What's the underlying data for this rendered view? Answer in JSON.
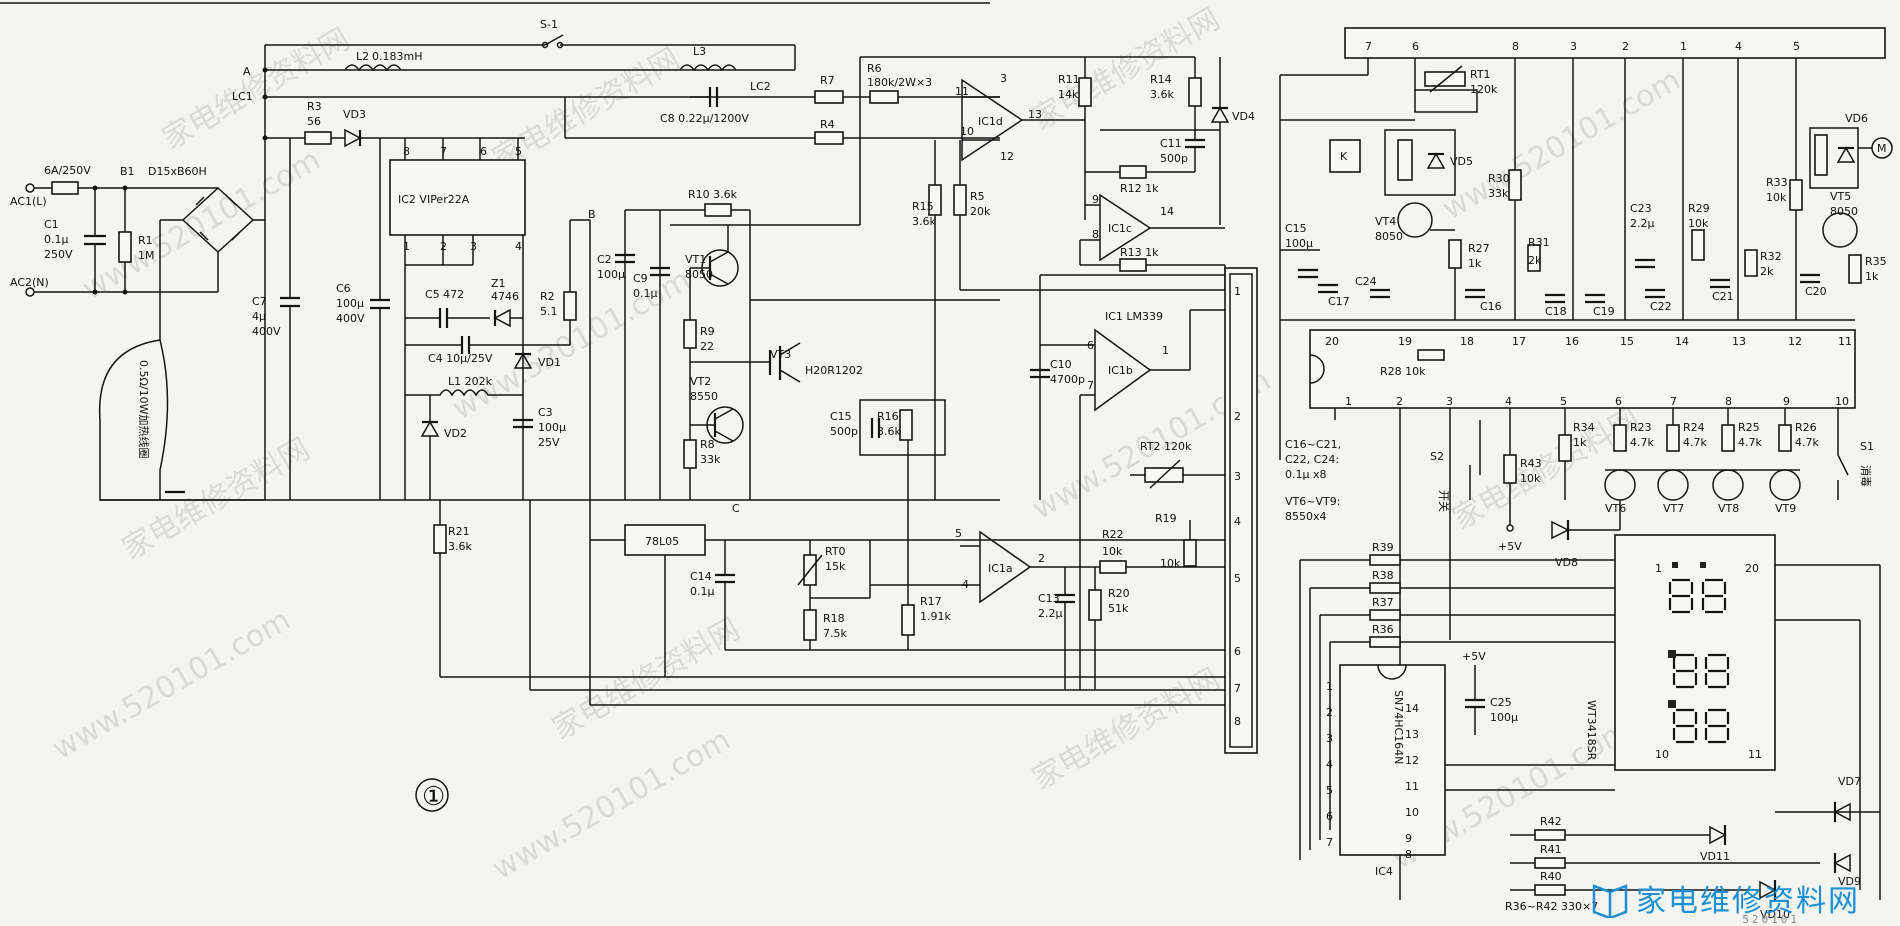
{
  "figure_number": "①",
  "nodes": {
    "A": "A",
    "LC1": "LC1",
    "LC2": "LC2",
    "B": "B",
    "C": "C",
    "B1": "B1",
    "S1_top": "S-1"
  },
  "terminals": {
    "ac1": "AC1(L)",
    "ac2": "AC2(N)"
  },
  "input": {
    "fuse": "6A/250V",
    "c1": "C1",
    "c1_val": "0.1μ",
    "c1_v": "250V",
    "r1": "R1",
    "r1_val": "1M",
    "bridge": "D15xB60H",
    "coil": "0.5Ω/10W加热线圈"
  },
  "power": {
    "l2": "L2",
    "l2_val": "0.183mH",
    "r3": "R3",
    "r3_val": "56",
    "vd3": "VD3",
    "c7": "C7",
    "c7_val": "4μ",
    "c7_v": "400V",
    "c6": "C6",
    "c6_val": "100μ",
    "c6_v": "400V",
    "ic2": "IC2 VIPer22A",
    "c5": "C5 472",
    "z1": "Z1",
    "z1_val": "4746",
    "c4": "C4 10μ/25V",
    "vd1": "VD1",
    "l1": "L1 202k",
    "vd2": "VD2",
    "c3": "C3",
    "c3_val": "100μ",
    "c3_v": "25V",
    "r2": "R2",
    "r2_val": "5.1",
    "r21": "R21",
    "r21_val": "3.6k"
  },
  "resonant": {
    "l3": "L3",
    "c8": "C8 0.22μ/1200V",
    "r7": "R7",
    "r4": "R4",
    "r6": "R6",
    "r6_val": "180k/2W×3"
  },
  "driver": {
    "c2": "C2",
    "c2_val": "100μ",
    "c9": "C9",
    "c9_val": "0.1μ",
    "r10": "R10 3.6k",
    "vt1": "VT1",
    "vt1_val": "8050",
    "r9": "R9",
    "r9_val": "22",
    "vt2": "VT2",
    "vt2_val": "8550",
    "r8": "R8",
    "r8_val": "33k",
    "vt3": "VT3",
    "vt3_val": "H20R1202"
  },
  "comparator": {
    "r15": "R15",
    "r15_val": "3.6k",
    "r5": "R5",
    "r5_val": "20k",
    "r11": "R11",
    "r11_val": "14k",
    "r14": "R14",
    "r14_val": "3.6k",
    "vd4": "VD4",
    "c11": "C11",
    "c11_val": "500p",
    "r12": "R12 1k",
    "r13": "R13 1k",
    "ic1d": "IC1d",
    "ic1c": "IC1c",
    "ic1b": "IC1b",
    "ic1a": "IC1a",
    "ic1": "IC1 LM339",
    "c10": "C10",
    "c10_val": "4700p",
    "c15": "C15",
    "c15_val": "500p",
    "r16": "R16",
    "r16_val": "3.6k",
    "rt2": "RT2 120k",
    "reg": "78L05",
    "c14": "C14",
    "c14_val": "0.1μ",
    "rt0": "RT0",
    "rt0_val": "15k",
    "r18": "R18",
    "r18_val": "7.5k",
    "r17": "R17",
    "r17_val": "1.91k",
    "r22": "R22",
    "r22_val": "10k",
    "r19": "R19",
    "r19_val": "10k",
    "c13": "C13",
    "c13_val": "2.2μ",
    "r20": "R20",
    "r20_val": "51k"
  },
  "connector": {
    "pins": [
      "1",
      "2",
      "3",
      "4",
      "5",
      "6",
      "7",
      "8"
    ]
  },
  "control": {
    "top_pins": [
      "7",
      "6",
      "8",
      "3",
      "2",
      "1",
      "4",
      "5"
    ],
    "rt1": "RT1",
    "rt1_val": "120k",
    "k": "K",
    "vd5": "VD5",
    "vt4": "VT4",
    "vt4_val": "8050",
    "r27": "R27",
    "r27_val": "1k",
    "c15b": "C15",
    "c15b_val": "100μ",
    "c17": "C17",
    "c24": "C24",
    "r30": "R30",
    "r30_val": "33k",
    "r31": "R31",
    "r31_val": "2k",
    "c16": "C16",
    "c18": "C18",
    "c19": "C19",
    "c23": "C23",
    "c23_val": "2.2μ",
    "c22": "C22",
    "r29": "R29",
    "r29_val": "10k",
    "c21": "C21",
    "r32": "R32",
    "r32_val": "2k",
    "r33": "R33",
    "r33_val": "10k",
    "c20": "C20",
    "vd6": "VD6",
    "vt5": "VT5",
    "vt5_val": "8050",
    "r35": "R35",
    "r35_val": "1k",
    "motor": "M",
    "mcu_top_pins": [
      "20",
      "19",
      "18",
      "17",
      "16",
      "15",
      "14",
      "13",
      "12",
      "11"
    ],
    "mcu_bot_pins": [
      "1",
      "2",
      "3",
      "4",
      "5",
      "6",
      "7",
      "8",
      "9",
      "10"
    ],
    "r28": "R28 10k",
    "note1": "C16~C21,",
    "note2": "C22, C24:",
    "note3": "0.1μ x8",
    "note4": "VT6~VT9:",
    "note5": "8550x4",
    "s2": "S2",
    "s2_name": "开关",
    "r43": "R43",
    "r43_val": "10k",
    "r34": "R34",
    "r34_val": "1k",
    "plus5": "+5V",
    "r23": "R23",
    "r23_val": "4.7k",
    "r24": "R24",
    "r24_val": "4.7k",
    "r25": "R25",
    "r25_val": "4.7k",
    "r26": "R26",
    "r26_val": "4.7k",
    "vt6": "VT6",
    "vt7": "VT7",
    "vt8": "VT8",
    "vt9": "VT9",
    "s1": "S1",
    "s1_name": "消毒",
    "vd8": "VD8",
    "r39": "R39",
    "r38": "R38",
    "r37": "R37",
    "r36": "R36",
    "ic4_name": "SN74HC164N",
    "ic4": "IC4",
    "ic4_left_pins": [
      "1",
      "2",
      "3",
      "4",
      "5",
      "6",
      "7"
    ],
    "ic4_right_pins": [
      "14",
      "13",
      "12",
      "11",
      "10",
      "9",
      "8"
    ],
    "c25": "C25",
    "c25_val": "100μ",
    "plus5b": "+5V",
    "display": "WT3418SR",
    "disp_p1": "1",
    "disp_p20": "20",
    "disp_p10": "10",
    "disp_p11": "11",
    "vd7": "VD7",
    "vd9": "VD9",
    "vd10": "VD10",
    "vd11": "VD11",
    "r42": "R42",
    "r41": "R41",
    "r40": "R40",
    "rnote": "R36~R42  330×7"
  },
  "watermarks": {
    "cn": "家电维修资料网",
    "en": "www.520101.com"
  },
  "logo": {
    "text": "家电维修资料网",
    "sub": "520101"
  }
}
